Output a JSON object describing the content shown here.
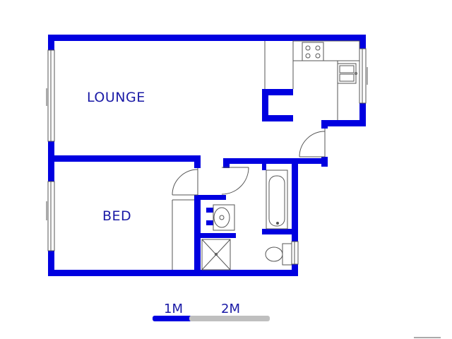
{
  "rooms": {
    "lounge": "LOUNGE",
    "bed": "BED"
  },
  "scale": {
    "label_1": "1M",
    "label_2": "2M"
  },
  "colors": {
    "wall": "#0000e0",
    "label": "#1a1aa6",
    "fixture": "#555555",
    "scale_grey": "#bfbfbf"
  }
}
